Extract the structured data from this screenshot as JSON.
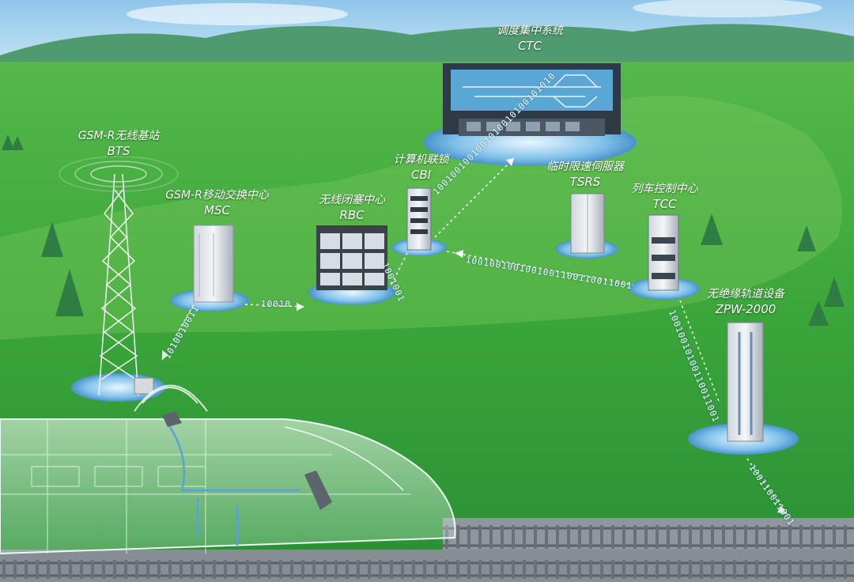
{
  "nodes": {
    "ctc": {
      "name_cn": "调度集中系统",
      "name_en": "CTC"
    },
    "bts": {
      "name_cn": "GSM-R无线基站",
      "name_en": "BTS"
    },
    "msc": {
      "name_cn": "GSM-R移动交换中心",
      "name_en": "MSC"
    },
    "rbc": {
      "name_cn": "无线闭塞中心",
      "name_en": "RBC"
    },
    "cbi": {
      "name_cn": "计算机联锁",
      "name_en": "CBI"
    },
    "tsrs": {
      "name_cn": "临时限速伺服器",
      "name_en": "TSRS"
    },
    "tcc": {
      "name_cn": "列车控制中心",
      "name_en": "TCC"
    },
    "zpw": {
      "name_cn": "无绝缘轨道设备",
      "name_en": "ZPW-2000"
    }
  },
  "links": {
    "msc_rbc": "10010",
    "cbi_ctc": "1001001001001010010100101010",
    "rbc_cbi": "1001001",
    "cbi_tcc": "1001001001001001100110011001",
    "bts_msc": "1010010011",
    "tcc_zpw": "10010010100110011001",
    "zpw_track": "100110011001"
  },
  "colors": {
    "sky": "#a9d4ef",
    "grass": "#3aa53a",
    "ring": "#6fb6e6",
    "arrow": "#9ee0f5"
  }
}
